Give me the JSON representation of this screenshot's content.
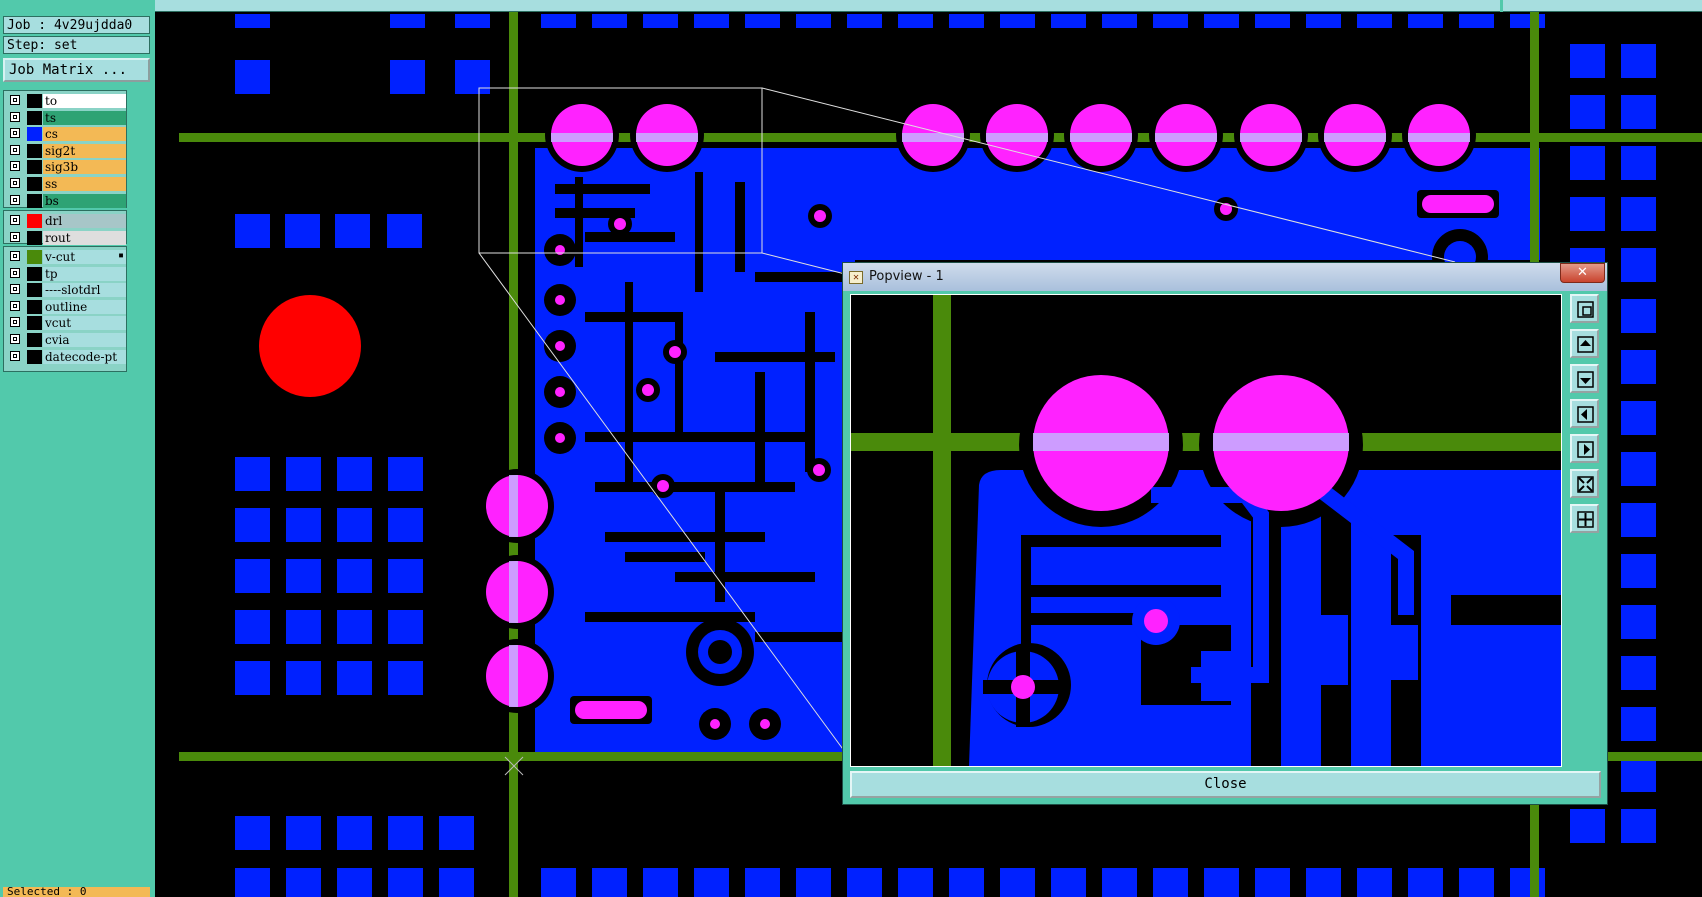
{
  "job": {
    "label": "Job : 4v29ujdda0"
  },
  "step": {
    "label": "Step: set"
  },
  "job_matrix_button": "Job Matrix ...",
  "colors": {
    "panel_bg": "#52c9ab",
    "board_layer_blue": "#0021ff",
    "pad_magenta": "#ff22ff",
    "rout_green": "#4a8a0b",
    "drill_red": "#ff0000"
  },
  "layer_groups": [
    [
      {
        "name": "to",
        "swatch": "#000000",
        "bg": "#ffffff"
      },
      {
        "name": "ts",
        "swatch": "#000000",
        "bg": "#2ea374"
      },
      {
        "name": "cs",
        "swatch": "#0021ff",
        "bg": "#f3b955"
      },
      {
        "name": "sig2t",
        "swatch": "#000000",
        "bg": "#f3b955"
      },
      {
        "name": "sig3b",
        "swatch": "#000000",
        "bg": "#f3b955"
      },
      {
        "name": "ss",
        "swatch": "#000000",
        "bg": "#f3b955"
      },
      {
        "name": "bs",
        "swatch": "#000000",
        "bg": "#2ea374"
      }
    ],
    [
      {
        "name": "drl",
        "swatch": "#ff0000",
        "bg": "#a7c6c8"
      },
      {
        "name": "rout",
        "swatch": "#000000",
        "bg": "#dedede"
      }
    ],
    [
      {
        "name": "v-cut",
        "swatch": "#4a8a0b",
        "bg": "#a7dedf",
        "suffix": "▪"
      },
      {
        "name": "tp",
        "swatch": "#000000",
        "bg": "#a7dedf"
      },
      {
        "name": "----slotdrl",
        "swatch": "#000000",
        "bg": "#a7dedf"
      },
      {
        "name": "outline",
        "swatch": "#000000",
        "bg": "#a7dedf"
      },
      {
        "name": "vcut",
        "swatch": "#000000",
        "bg": "#a7dedf"
      },
      {
        "name": "cvia",
        "swatch": "#000000",
        "bg": "#a7dedf"
      },
      {
        "name": "datecode-pt",
        "swatch": "#000000",
        "bg": "#a7dedf"
      }
    ]
  ],
  "status": {
    "selected": "Selected : 0"
  },
  "popview": {
    "title": "Popview - 1",
    "close_x": "✕",
    "close_label": "Close",
    "toolbar": [
      {
        "name": "zoom-window-icon"
      },
      {
        "name": "pan-up-icon"
      },
      {
        "name": "pan-down-icon"
      },
      {
        "name": "pan-left-icon"
      },
      {
        "name": "pan-right-icon"
      },
      {
        "name": "zoom-fit-icon"
      },
      {
        "name": "zoom-home-icon"
      }
    ]
  }
}
